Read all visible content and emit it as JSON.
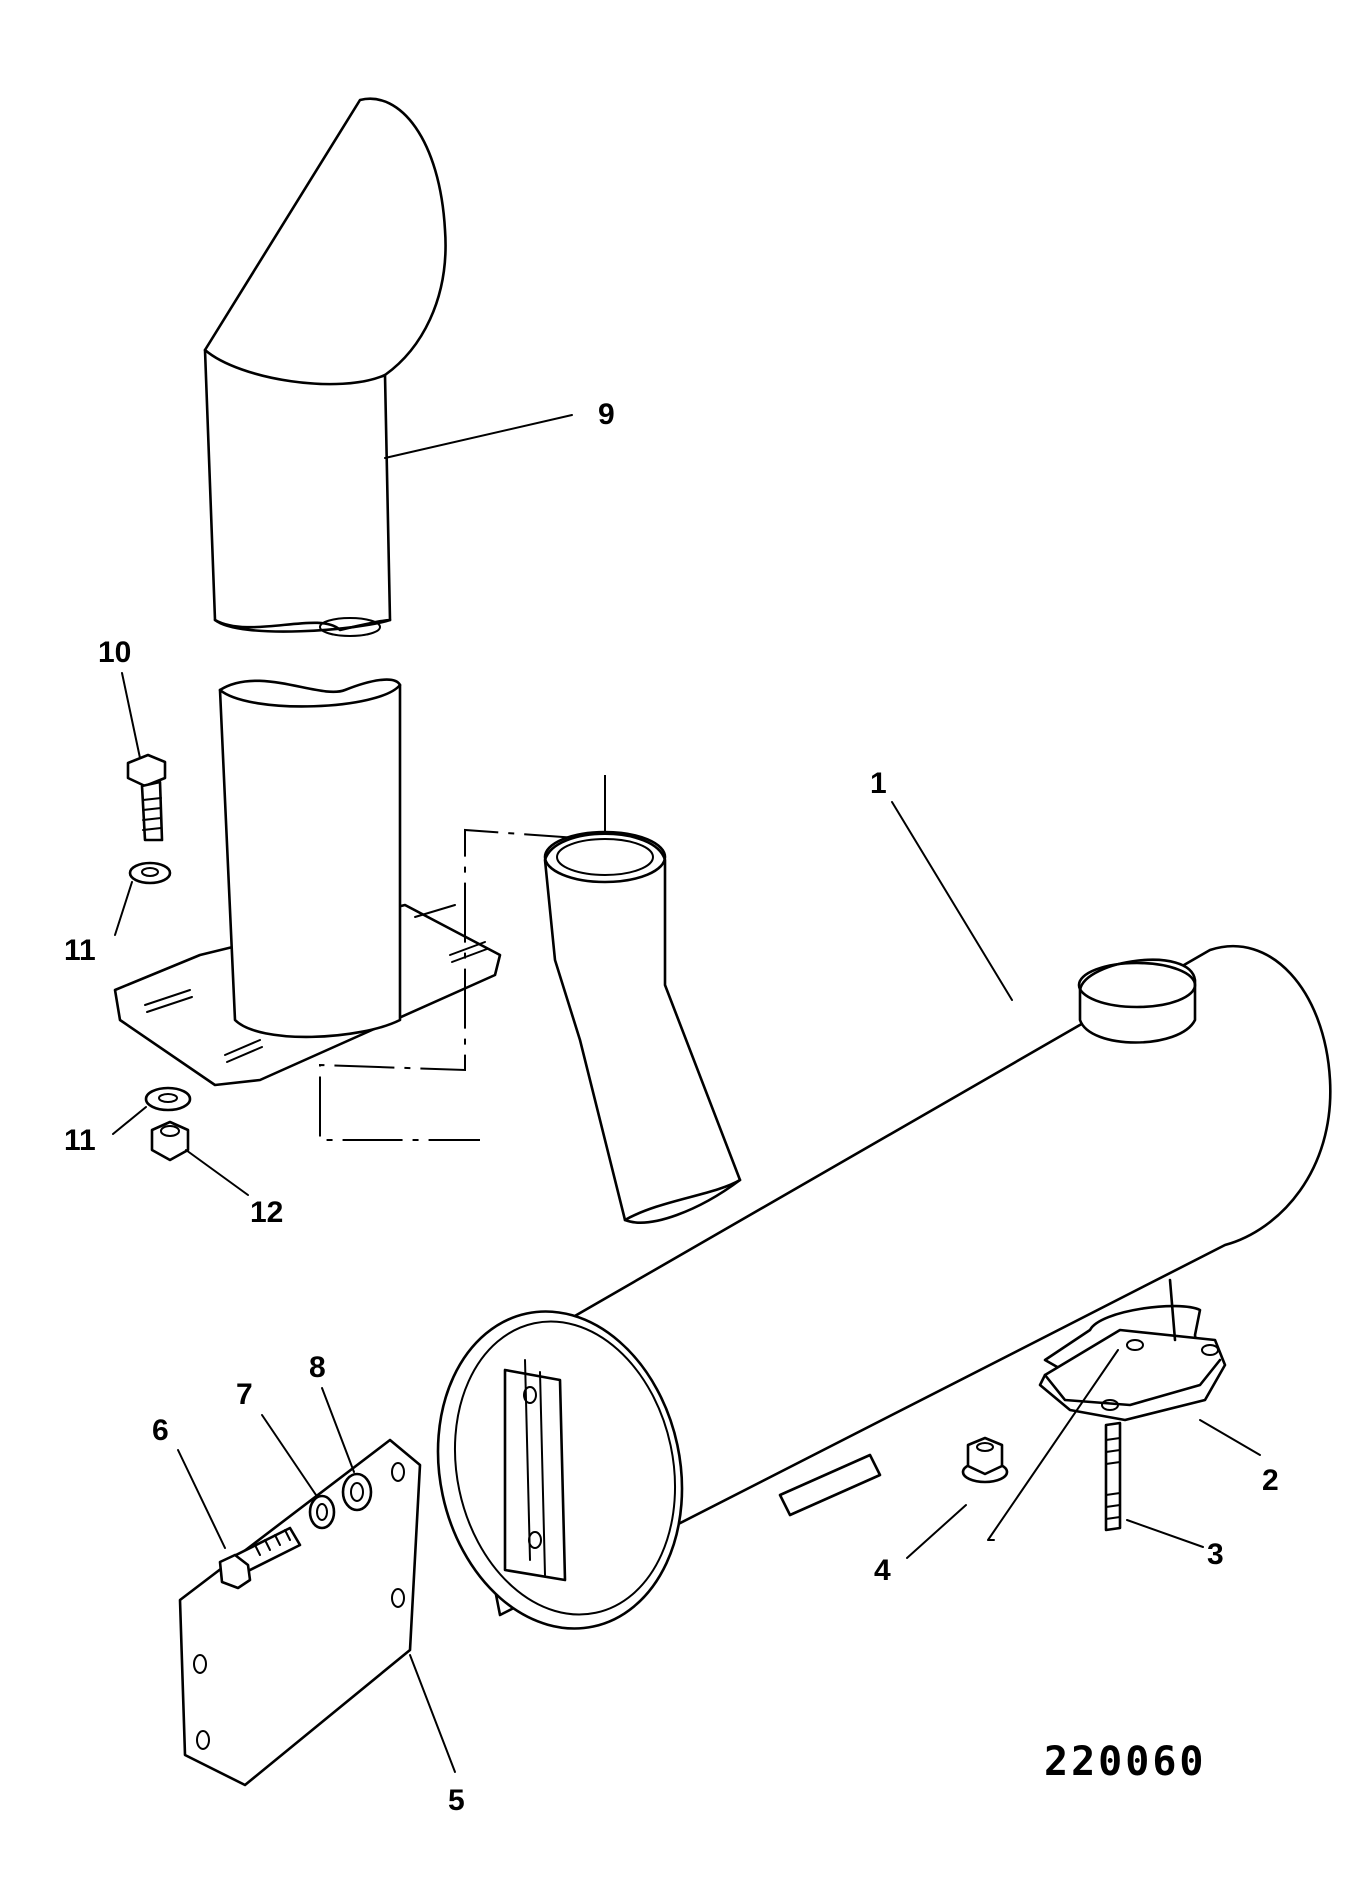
{
  "diagram": {
    "reference_number": "220060",
    "callouts": [
      {
        "id": "c1",
        "label": "1"
      },
      {
        "id": "c2",
        "label": "2"
      },
      {
        "id": "c3",
        "label": "3"
      },
      {
        "id": "c4",
        "label": "4"
      },
      {
        "id": "c5",
        "label": "5"
      },
      {
        "id": "c6",
        "label": "6"
      },
      {
        "id": "c7",
        "label": "7"
      },
      {
        "id": "c8",
        "label": "8"
      },
      {
        "id": "c9",
        "label": "9"
      },
      {
        "id": "c10",
        "label": "10"
      },
      {
        "id": "c11a",
        "label": "11"
      },
      {
        "id": "c11b",
        "label": "11"
      },
      {
        "id": "c12",
        "label": "12"
      }
    ]
  }
}
